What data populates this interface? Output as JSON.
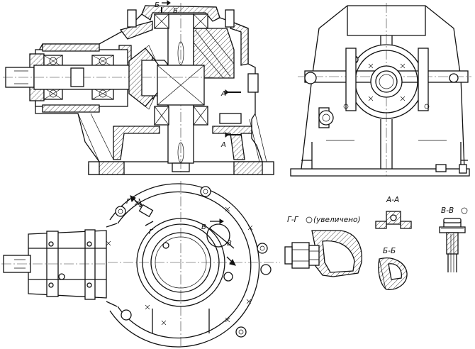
{
  "labels": {
    "section_gg": "Г-Г",
    "section_gg_note": "(увеличено)",
    "section_aa": "А-А",
    "section_bb": "Б-Б",
    "section_vv": "В-В",
    "mark_b": "Б",
    "mark_a": "А",
    "mark_g": "Г",
    "mark_v": "В"
  }
}
